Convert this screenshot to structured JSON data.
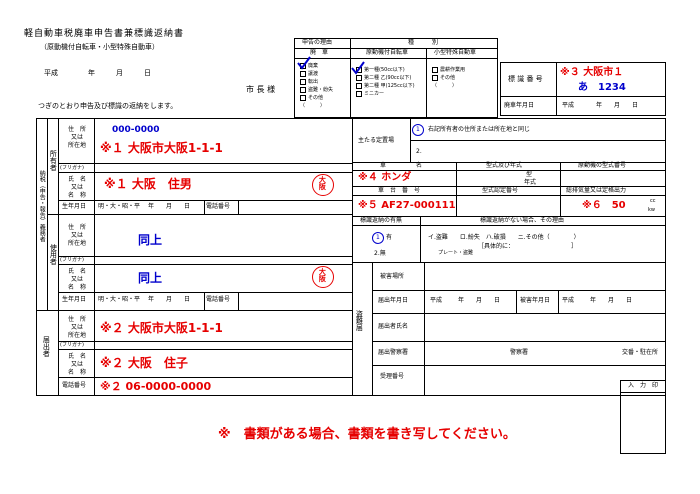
{
  "header": {
    "title": "軽自動車税廃車申告書兼標識返納書",
    "subtitle": "（原動機付自転車・小型特殊自動車）",
    "era": "平成",
    "year_unit": "年",
    "month_unit": "月",
    "day_unit": "日",
    "addressee": "市 長 様",
    "notice": "つぎのとおり申告及び標識の返納をします。"
  },
  "reason": {
    "label": "申告の理由",
    "class_label": "種　　　別",
    "haisha": "廃　車",
    "gentsuki": "原動機付自転車",
    "kogata": "小型特殊自動車",
    "options": [
      "廃棄",
      "譲渡",
      "転出",
      "盗難・紛失",
      "その他",
      "（　　　）"
    ],
    "gentsuki_options": [
      "第一種(50cc以下)",
      "第二種 乙(90cc以下)",
      "第二種 甲(125cc以下)",
      "ミニカー"
    ],
    "kogata_options": [
      "農耕作業用",
      "その他",
      "（　　　）"
    ]
  },
  "plate": {
    "label": "標 識 番 号",
    "value": "※３ 大阪市１",
    "value2": "あ　1234",
    "date_label": "廃車年月日",
    "era": "平成",
    "units": "年　　月　　日"
  },
  "owner": {
    "side_label": "所有者",
    "address_label1": "住　所",
    "address_label2": "又は",
    "address_label3": "所在地",
    "postal": "000-0000",
    "address": "※１ 大阪市大阪1-1-1",
    "furigana": "(フリガナ)",
    "name_label1": "氏　名",
    "name_label2": "又は",
    "name_label3": "名　称",
    "name": "※１ 大阪　住男",
    "birth_label": "生年月日",
    "birth_eras": "明・大・昭・平",
    "birth_units": "年　　月　　日",
    "phone_label": "電話番号",
    "seal": "大阪"
  },
  "left_group": "納税（申告・報告）義務者",
  "user": {
    "side_label": "使用者",
    "address": "同上",
    "name": "同上",
    "seal": "大阪"
  },
  "filer": {
    "side_label": "届出者",
    "address": "※２ 大阪市大阪1-1-1",
    "name": "※２ 大阪　住子",
    "phone_label": "電話番号",
    "phone": "※２ 06-0000-0000"
  },
  "storage": {
    "label": "主たる定置場",
    "opt1": "1",
    "opt1_text": "右記所有者の住所または所在地と同じ",
    "opt2": "2."
  },
  "vehicle": {
    "name_label": "車　　　　　名",
    "model_label": "型式及び年式",
    "engine_label": "原動機の型式番号",
    "name": "※４ ホンダ",
    "model_unit1": "型",
    "model_unit2": "年式",
    "chassis_label": "車　台　番　号",
    "cert_label": "型式認定番号",
    "displacement_label": "総排気量又は定格出力",
    "chassis": "※５ AF27-000111",
    "displacement": "※６　50",
    "unit_cc": "cc",
    "unit_kw": "kw"
  },
  "return": {
    "label": "標識返納の有無",
    "none_reason_label": "標識返納がない場合、その理由",
    "opt1": "1",
    "opt1_text": "有",
    "opt2_text": "2.無",
    "reasons": "イ.盗難　　ロ.紛失　ハ.破損　　ニ.その他（　　　　）",
    "plate_only": "プレート・盗難",
    "detail": "［具体的に：　　　　　　　　　　］"
  },
  "theft": {
    "side_label": "盗難届",
    "place_label": "被害場所",
    "date_label": "届出年月日",
    "era": "平成",
    "units": "年　　月　　日",
    "recv_label": "被害年月日",
    "recv_era": "平成",
    "recv_units": "年　　月　　日",
    "person_label": "届出者氏名",
    "station_label": "届出警察署",
    "station_unit": "警察署",
    "koban_unit": "交番・駐在所",
    "receipt_label": "受理番号"
  },
  "stamp": {
    "label": "入　力　印"
  },
  "footer": {
    "notice": "※　書類がある場合、書類を書き写してください。"
  }
}
